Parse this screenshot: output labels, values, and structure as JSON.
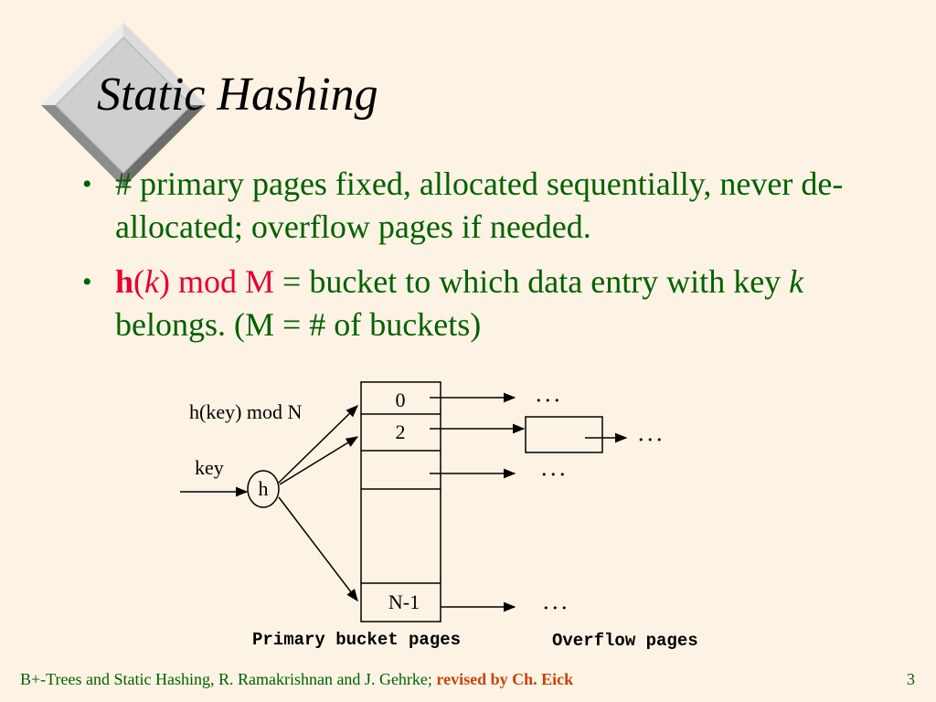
{
  "slide": {
    "title": "Static Hashing",
    "bullets": [
      {
        "text": "# primary pages fixed, allocated sequentially, never de-allocated; overflow pages if needed."
      },
      {
        "h": "h",
        "open_paren": "(",
        "k": "k",
        "close_mod": ") mod M",
        "rest1": " = bucket to which data entry with key ",
        "k2": "k",
        "rest2": " belongs. (M = # of buckets)"
      }
    ],
    "bullet_glyph": "•"
  },
  "diagram": {
    "hash_label": "h(key) mod N",
    "key_label": "key",
    "hash_function": "h",
    "buckets": [
      "0",
      "2",
      "N-1"
    ],
    "ellipsis": "• • •",
    "primary_label": "Primary bucket pages",
    "overflow_label": "Overflow pages"
  },
  "footer": {
    "citation": "B+-Trees and Static Hashing, R. Ramakrishnan and J. Gehrke; ",
    "revised": "revised by Ch. Eick",
    "page_number": "3"
  },
  "colors": {
    "background": "#fdf3e4",
    "text_green": "#006100",
    "highlight_red": "#e8002f",
    "revised_orange": "#c8420a"
  }
}
